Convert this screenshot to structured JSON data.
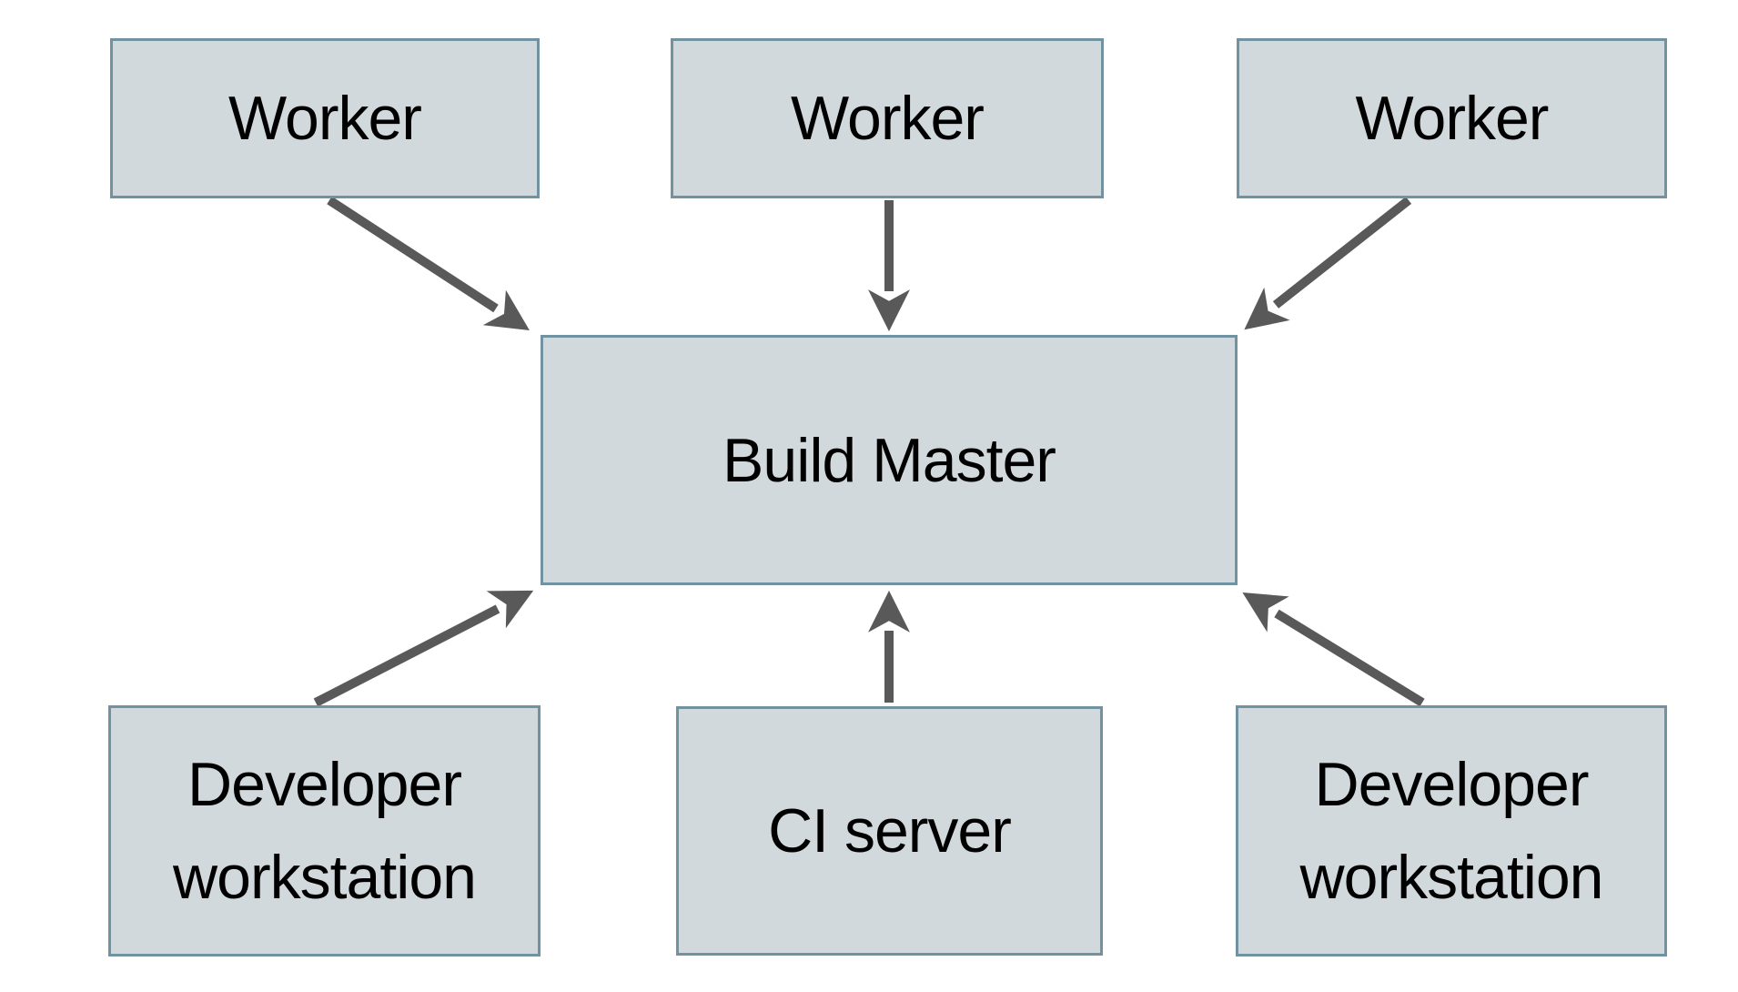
{
  "diagram": {
    "title": "",
    "type": "architecture-diagram",
    "colors": {
      "background": "#ffffff",
      "node_fill": "#d2d9dc",
      "node_border": "#7192a0",
      "arrow": "#595959",
      "text": "#000000"
    },
    "nodes": {
      "worker1": {
        "label": "Worker"
      },
      "worker2": {
        "label": "Worker"
      },
      "worker3": {
        "label": "Worker"
      },
      "build_master": {
        "label": "Build Master"
      },
      "dev_left": {
        "label": "Developer workstation"
      },
      "ci_server": {
        "label": "CI server"
      },
      "dev_right": {
        "label": "Developer workstation"
      }
    },
    "edges": [
      {
        "from": "worker1",
        "to": "build_master"
      },
      {
        "from": "worker2",
        "to": "build_master"
      },
      {
        "from": "worker3",
        "to": "build_master"
      },
      {
        "from": "dev_left",
        "to": "build_master"
      },
      {
        "from": "ci_server",
        "to": "build_master"
      },
      {
        "from": "dev_right",
        "to": "build_master"
      }
    ]
  }
}
